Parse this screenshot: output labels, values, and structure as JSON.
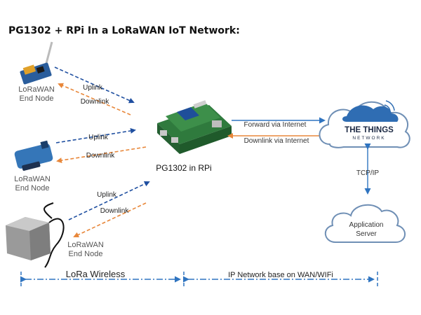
{
  "title": "PG1302 + RPi In a LoRaWAN IoT Network:",
  "end_nodes": [
    {
      "line1": "LoRaWAN",
      "line2": "End Node"
    },
    {
      "line1": "LoRaWAN",
      "line2": "End Node"
    },
    {
      "line1": "LoRaWAN",
      "line2": "End Node"
    }
  ],
  "links": {
    "uplink": "Uplink",
    "downlink": "Downlink",
    "forward": "Forward via Internet",
    "downlink_internet": "Downlink via Internet",
    "tcpip": "TCP/IP"
  },
  "gateway": {
    "label": "PG1302 in RPi"
  },
  "ttn": {
    "name": "THE THINGS",
    "sub": "NETWORK"
  },
  "server": {
    "line1": "Application",
    "line2": "Server"
  },
  "ranges": {
    "lora": "LoRa Wireless",
    "ip": "IP Network base on WAN/WIFi"
  },
  "colors": {
    "uplink": "#1f4fa0",
    "downlink": "#e8873a",
    "blue_link": "#2f74c0",
    "cloud_stroke": "#6f8fb5",
    "cloud_fill": "#ffffff",
    "server_fill": "#ffffff"
  }
}
